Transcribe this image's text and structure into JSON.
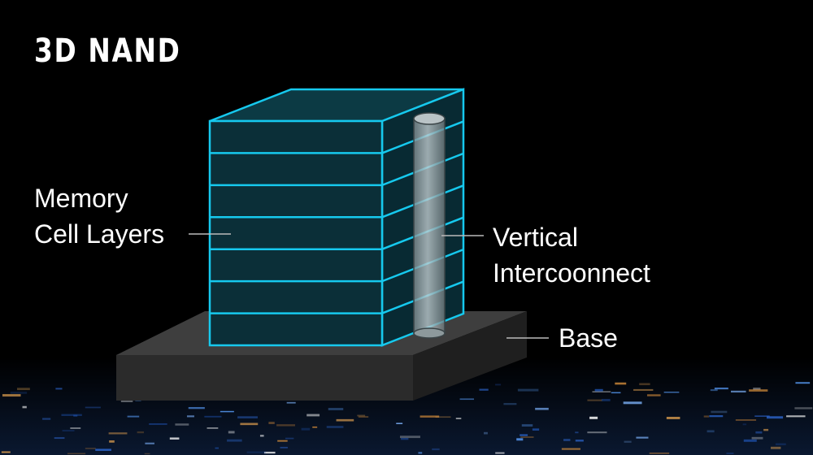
{
  "title": "3D NAND",
  "labels": {
    "memory_line1": "Memory",
    "memory_line2": "Cell Layers",
    "vertical_line1": "Vertical",
    "vertical_line2": "Intercoonnect",
    "base": "Base"
  },
  "colors": {
    "background": "#000000",
    "layer_edge": "#16c9ee",
    "layer_fill": "#0b2f38",
    "base_top": "#3e3e3e",
    "base_front": "#2b2b2b",
    "base_side": "#1f1f1f",
    "cylinder": "#9aa7ab",
    "leader_line": "#bbbbbb",
    "text": "#ffffff"
  },
  "diagram": {
    "memory_cell_layer_count": 7
  }
}
